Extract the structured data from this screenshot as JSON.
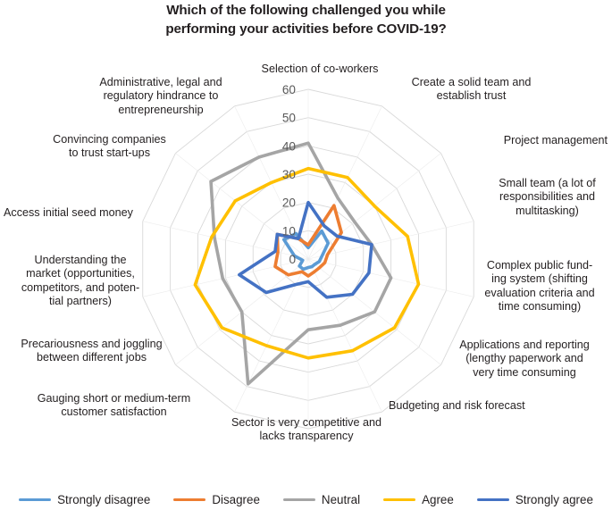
{
  "title": {
    "line1": "Which of the following challenged you while",
    "line2": "performing your activities before COVID-19?"
  },
  "legend": {
    "items": [
      {
        "label": "Strongly disagree",
        "color": "#5B9BD5"
      },
      {
        "label": "Disagree",
        "color": "#ED7D31"
      },
      {
        "label": "Neutral",
        "color": "#A5A5A5"
      },
      {
        "label": "Agree",
        "color": "#FFC000"
      },
      {
        "label": "Strongly agree",
        "color": "#4472C4"
      }
    ]
  },
  "chart_data": {
    "type": "radar",
    "title": "Which of the following challenged you while performing your activities before COVID-19?",
    "xlabel": "",
    "ylabel": "",
    "rlim": [
      0,
      60
    ],
    "rticks": [
      0,
      10,
      20,
      30,
      40,
      50,
      60
    ],
    "rtick_labels": [
      "0",
      "10",
      "20",
      "30",
      "40",
      "50",
      "60"
    ],
    "grid": true,
    "legend_position": "bottom",
    "start_angle_deg": 90,
    "direction": "clockwise",
    "categories": [
      "Selection of co-workers",
      "Create a solid team and establish trust",
      "Project management",
      "Small team (a lot of responsibilities and multitasking)",
      "Complex public funding system (shifting evaluation criteria and time consuming)",
      "Applications and reporting (lengthy paperwork and very time consuming",
      "Budgeting and risk forecast",
      "Sector is very competitive and lacks transparency",
      "Gauging short or medium-term customer satisfaction",
      "Precariousness and joggling between different jobs",
      "Understanding the market (opportunities, competitors, and potential partners)",
      "Access initial seed money",
      "Convincing companies to trust start-ups",
      "Administrative, legal and regulatory hindrance to entrepreneurship"
    ],
    "series": [
      {
        "name": "Strongly disagree",
        "color": "#5B9BD5",
        "values": [
          4,
          11,
          9,
          5,
          4,
          3,
          3,
          3,
          4,
          4,
          2,
          5,
          11,
          10
        ]
      },
      {
        "name": "Disagree",
        "color": "#ED7D31",
        "values": [
          5,
          21,
          15,
          7,
          6,
          5,
          5,
          6,
          5,
          9,
          12,
          11,
          14,
          8
        ]
      },
      {
        "name": "Neutral",
        "color": "#A5A5A5",
        "values": [
          41,
          24,
          21,
          23,
          30,
          30,
          26,
          25,
          49,
          30,
          31,
          34,
          44,
          40
        ]
      },
      {
        "name": "Agree",
        "color": "#FFC000",
        "values": [
          32,
          32,
          30,
          36,
          40,
          39,
          36,
          35,
          34,
          39,
          41,
          35,
          33,
          30
        ]
      },
      {
        "name": "Strongly agree",
        "color": "#4472C4",
        "values": [
          20,
          13,
          13,
          23,
          22,
          20,
          15,
          8,
          10,
          19,
          25,
          12,
          14,
          8
        ]
      }
    ]
  },
  "axis_labels": [
    {
      "name": "selection-of-co-workers",
      "text": "Selection of co-workers"
    },
    {
      "name": "create-a-solid-team-and-establish-trust",
      "text": "Create a solid team and\nestablish trust"
    },
    {
      "name": "project-management",
      "text": "Project management"
    },
    {
      "name": "small-team",
      "text": "Small team (a lot of\nresponsibilities and\nmultitasking)"
    },
    {
      "name": "complex-public-funding-system",
      "text": "Complex public fund-\ning system (shifting\nevaluation criteria and\ntime consuming)"
    },
    {
      "name": "applications-and-reporting",
      "text": "Applications and reporting\n(lengthy paperwork and\nvery time consuming"
    },
    {
      "name": "budgeting-and-risk-forecast",
      "text": "Budgeting and risk forecast"
    },
    {
      "name": "sector-is-very-competitive",
      "text": "Sector is very competitive and\nlacks transparency"
    },
    {
      "name": "gauging-customer-satisfaction",
      "text": "Gauging short or medium-term\ncustomer satisfaction"
    },
    {
      "name": "precariousness-and-joggling",
      "text": "Precariousness and joggling\nbetween different jobs"
    },
    {
      "name": "understanding-the-market",
      "text": "Understanding the\nmarket (opportunities,\ncompetitors, and poten-\ntial partners)"
    },
    {
      "name": "access-initial-seed-money",
      "text": "Access initial seed money"
    },
    {
      "name": "convincing-companies",
      "text": "Convincing companies\nto trust start-ups"
    },
    {
      "name": "administrative-legal-regulatory",
      "text": "Administrative, legal and\nregulatory hindrance to\nentrepreneurship"
    }
  ],
  "radial_ticks": [
    "60",
    "50",
    "40",
    "30",
    "20",
    "10",
    "0"
  ]
}
